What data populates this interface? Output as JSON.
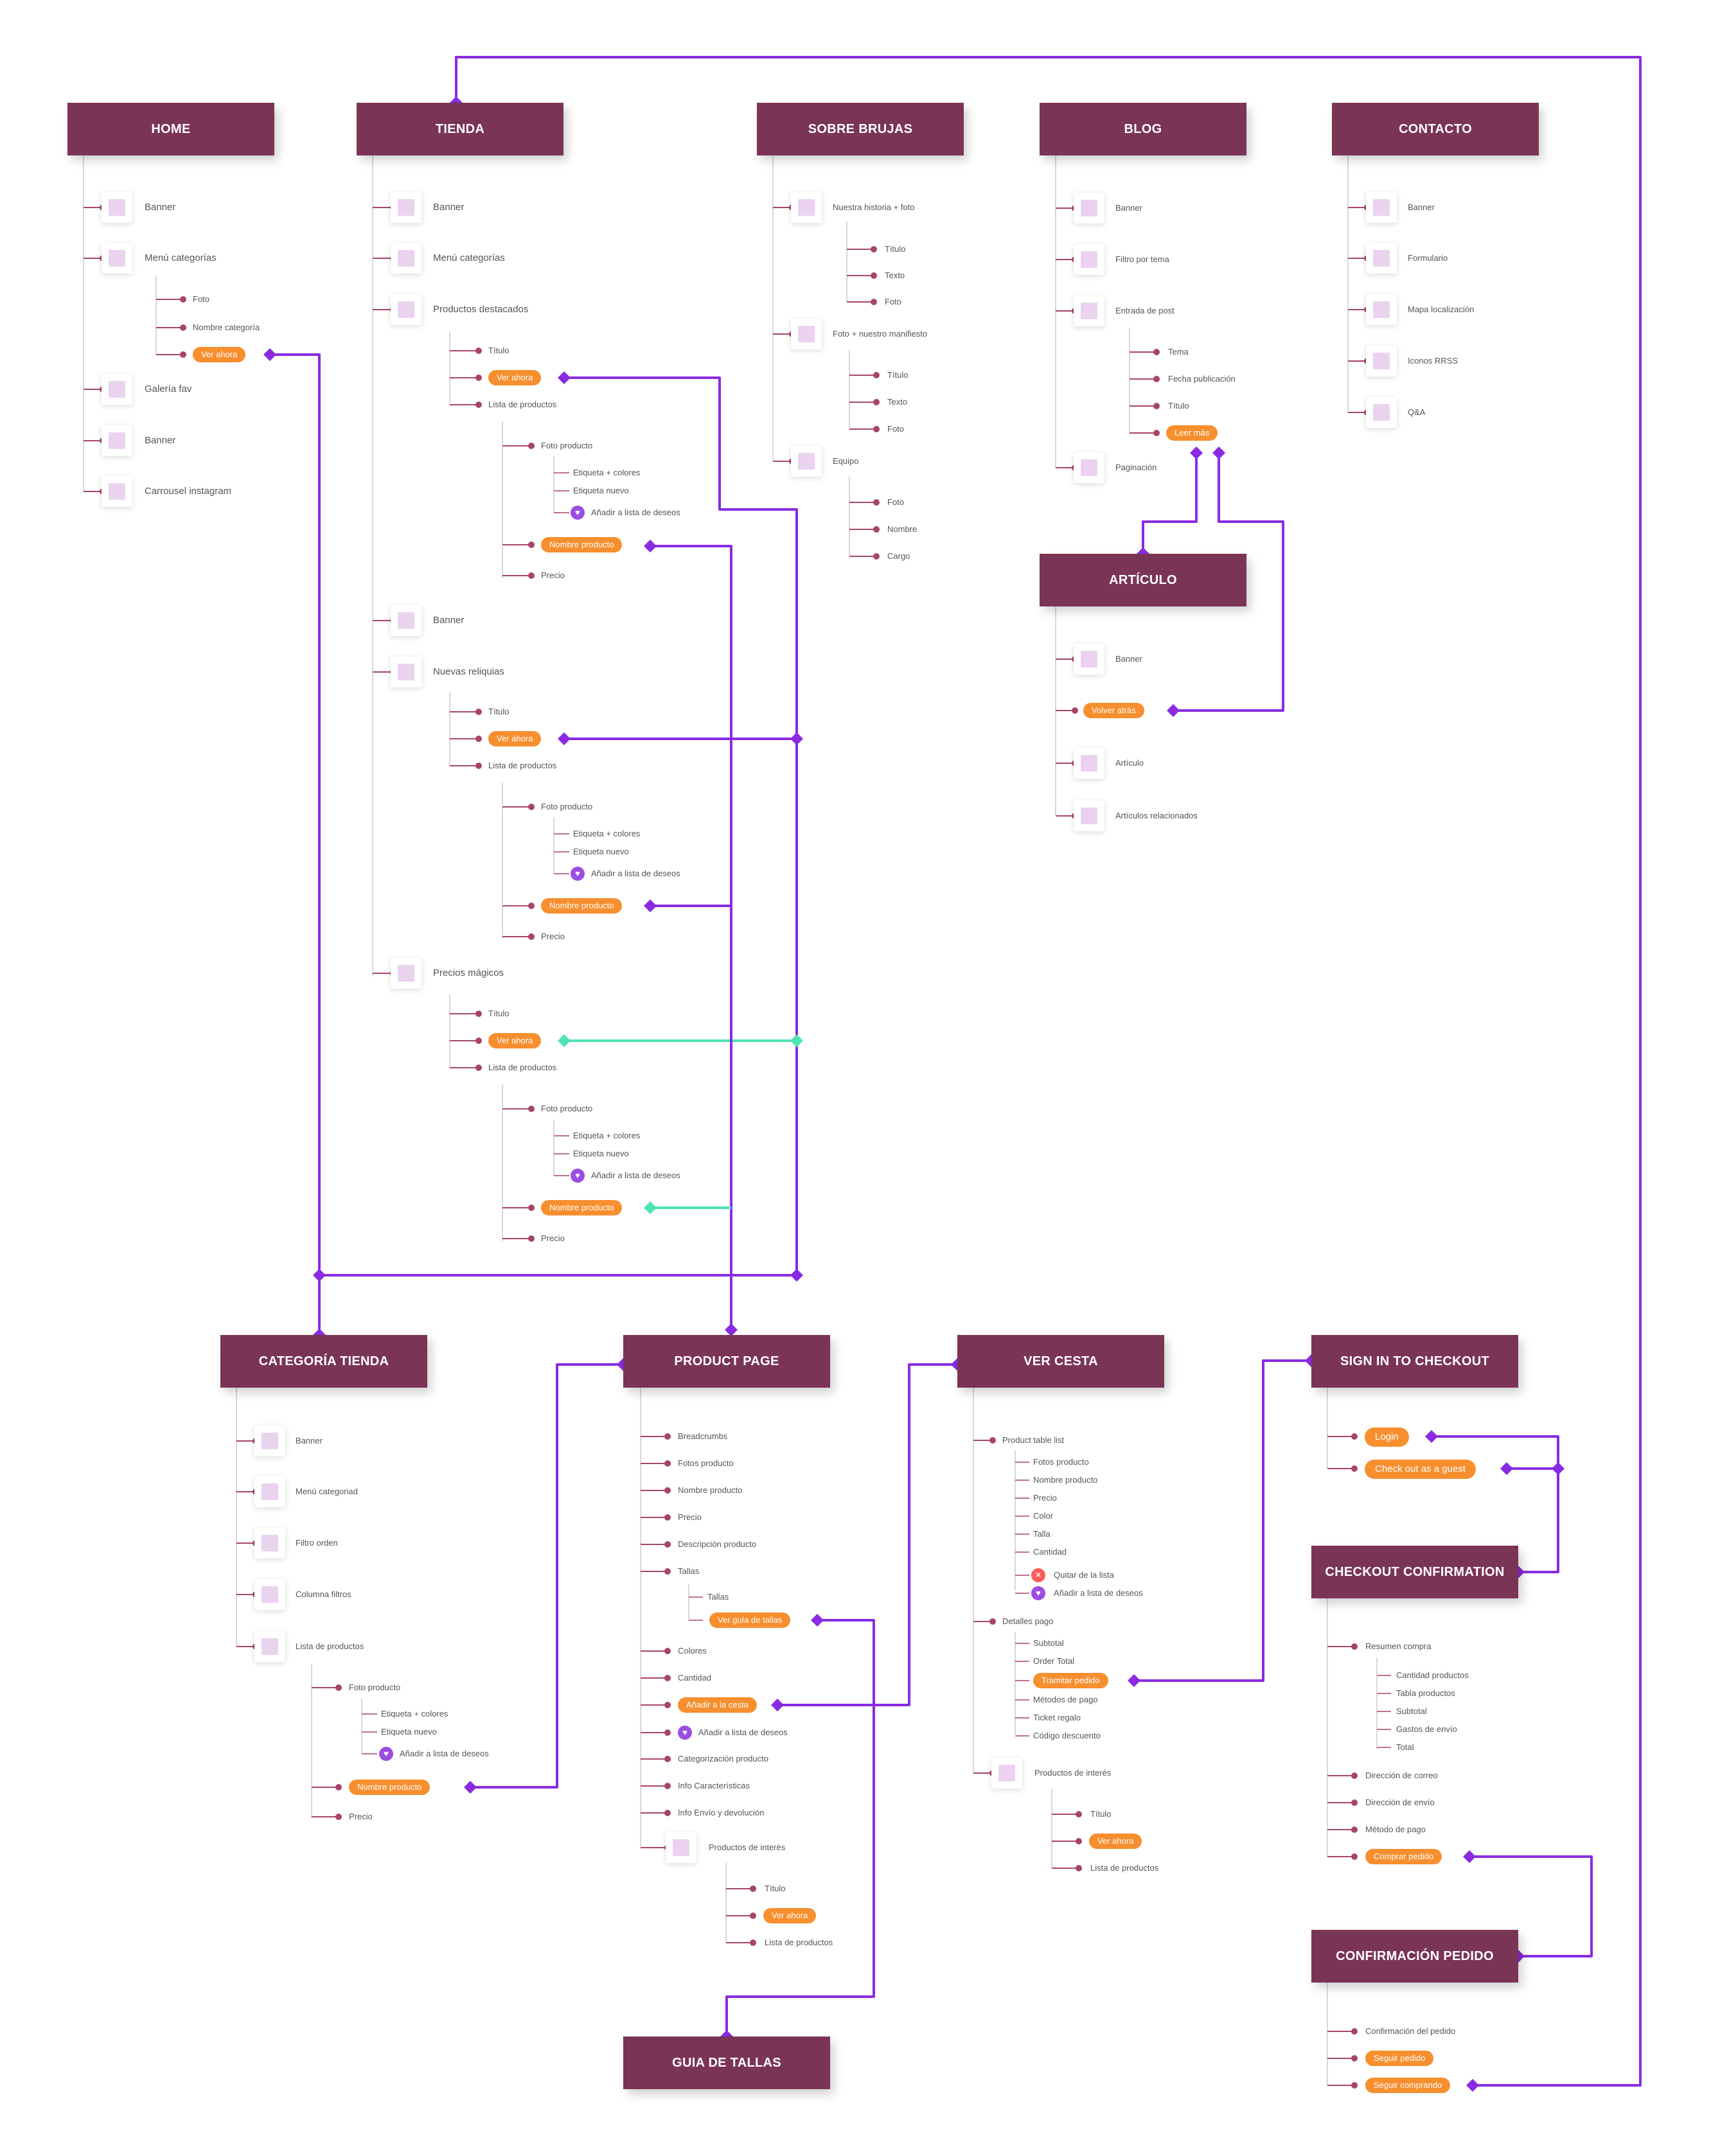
{
  "nodes": {
    "home": "HOME",
    "tienda": "TIENDA",
    "sobre": "SOBRE BRUJAS",
    "blog": "BLOG",
    "contacto": "CONTACTO",
    "articulo": "ARTÍCULO",
    "categoria": "CATEGORÍA TIENDA",
    "product": "PRODUCT PAGE",
    "cesta": "VER CESTA",
    "signin": "SIGN IN TO CHECKOUT",
    "confirm": "CHECKOUT CONFIRMATION",
    "pedido": "CONFIRMACIÓN PEDIDO",
    "guia": "GUIA DE TALLAS"
  },
  "labels": {
    "banner": "Banner",
    "menu_categorias": "Menú categorías",
    "foto": "Foto",
    "nombre_categoria": "Nombre categoría",
    "ver_ahora": "Ver ahora",
    "galeria_fav": "Galería fav",
    "carrousel_instagram": "Carrousel instagram",
    "productos_destacados": "Productos destacados",
    "titulo": "Título",
    "lista_productos": "Lista de productos",
    "foto_producto": "Foto producto",
    "etiqueta_colores": "Etiqueta + colores",
    "etiqueta_nuevo": "Etiqueta nuevo",
    "anadir_deseos": "Añadir a lista de deseos",
    "nombre_producto": "Nombre producto",
    "precio": "Precio",
    "nuevas_reliquias": "Nuevas reliquias",
    "precios_magicos": "Precios mágicos",
    "nuestra_historia": "Nuestra historia + foto",
    "texto": "Texto",
    "foto_manifiesto": "Foto + nuestro manifiesto",
    "equipo": "Equipo",
    "nombre": "Nombre",
    "cargo": "Cargo",
    "filtro_tema": "Filtro por tema",
    "entrada_post": "Entrada de post",
    "tema": "Tema",
    "fecha_publicacion": "Fecha publicación",
    "leer_mas": "Leer más",
    "paginacion": "Paginación",
    "volver_atras": "Volver atrás",
    "articulo": "Artículo",
    "articulos_relacionados": "Artículos relacionados",
    "formulario": "Formulario",
    "mapa": "Mapa localización",
    "iconos_rrss": "Iconos RRSS",
    "qa": "Q&A",
    "menu_categoriad": "Menú categoriad",
    "filtro_orden": "Filtro orden",
    "columna_filtros": "Columna filtros",
    "breadcrumbs": "Breadcrumbs",
    "fotos_producto": "Fotos producto",
    "descripcion_producto": "Descripción producto",
    "tallas": "Tallas",
    "ver_guia": "Ver guía de tallas",
    "colores": "Colores",
    "cantidad": "Cantidad",
    "anadir_cesta": "Añadir a la cesta",
    "categorizacion": "Categorización producto",
    "info_caracteristicas": "Info Características",
    "info_envio": "Info Envío y devolución",
    "productos_interes": "Productos de interés",
    "product_table_list": "Product table list",
    "color": "Color",
    "talla": "Talla",
    "cantidad_cesta": "Cantidad",
    "quitar_lista": "Quitar de la lista",
    "detalles_pago": "Detalles pago",
    "subtotal": "Subtotal",
    "order_total": "Order Total",
    "tramitar_pedido": "Tramitar pedido",
    "metodos_pago": "Métodos de pago",
    "ticket_regalo": "Ticket regalo",
    "codigo_descuento": "Código descuento",
    "login": "Login",
    "check_out_guest": "Check out as a guest",
    "resumen_compra": "Resumen compra",
    "cantidad_productos": "Cantidad productos",
    "tabla_productos": "Tabla productos",
    "subtotal2": "Subtotal",
    "gastos_envio": "Gastos de envío",
    "total": "Total",
    "direccion_correo": "Dirección de correo",
    "direccion_envio": "Dirección de envío",
    "metodo_pago": "Método de pago",
    "comprar_pedido": "Comprar pedido",
    "confirmacion_pedido": "Confirmación del pedido",
    "seguir_pedido": "Seguir pedido",
    "seguir_comprando": "Seguir comprando"
  },
  "icons": {
    "placeholder": "image-placeholder-icon",
    "heart": "heart-icon",
    "remove": "close-icon",
    "connector": "diamond-connector-icon"
  },
  "colors": {
    "node": "#7a3456",
    "branch": "#a7446a",
    "pill": "#f78f2f",
    "link": "#8a2be2",
    "link_alt": "#4fe3b8",
    "heart": "#9c4de2",
    "remove": "#ff5b5b"
  }
}
